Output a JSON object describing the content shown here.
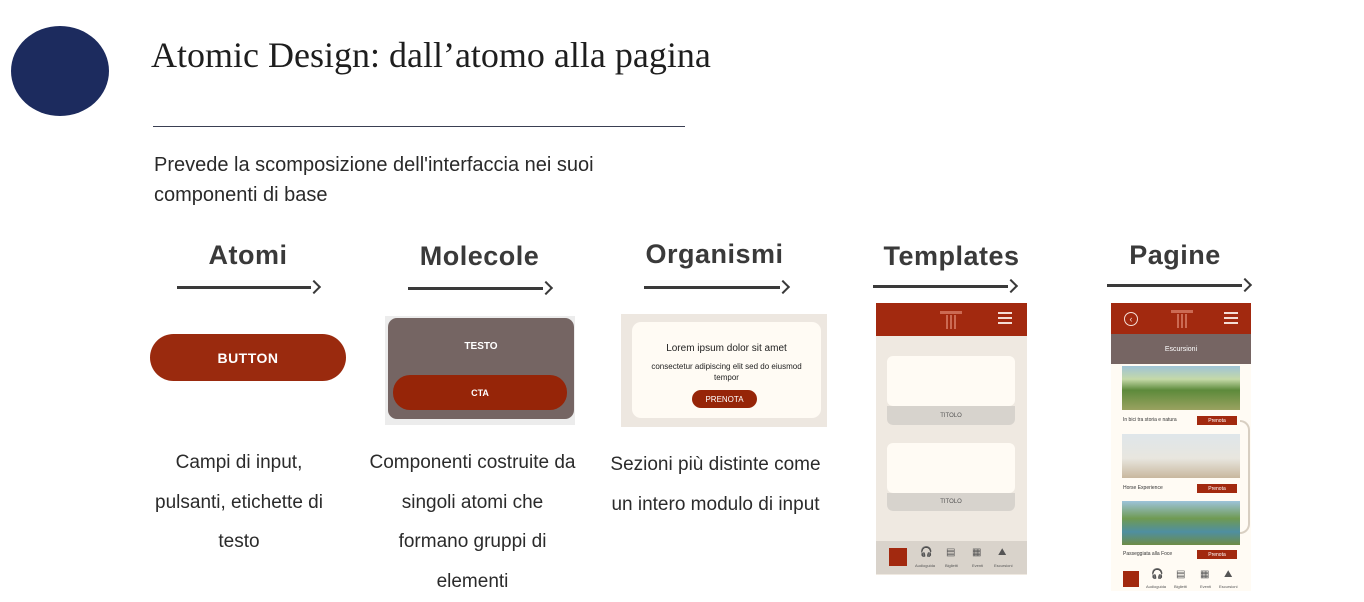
{
  "title": "Atomic Design: dall’atomo alla pagina",
  "subtitle": "Prevede la scomposizione dell'interfaccia nei suoi componenti di base",
  "steps": [
    {
      "label": "Atomi",
      "desc": "Campi di input, pulsanti, etichette di testo"
    },
    {
      "label": "Molecole",
      "desc": "Componenti costruite da singoli atomi che formano gruppi di elementi"
    },
    {
      "label": "Organismi",
      "desc": "Sezioni più distinte come un intero modulo di input"
    },
    {
      "label": "Templates"
    },
    {
      "label": "Pagine"
    }
  ],
  "atom": {
    "button_label": "BUTTON"
  },
  "molecule": {
    "text": "TESTO",
    "cta": "CTA"
  },
  "organism": {
    "heading": "Lorem ipsum dolor sit amet",
    "body": "consectetur adipiscing elit sed do eiusmod tempor",
    "button": "PRENOTA"
  },
  "template": {
    "card_label_1": "TITOLO",
    "card_label_2": "TITOLO",
    "nav": [
      "Audioguida",
      "Biglietti",
      "Eventi",
      "Escursioni"
    ]
  },
  "page": {
    "section_title": "Escursioni",
    "rows": [
      {
        "label": "In bici tra storia e natura",
        "button": "Prenota"
      },
      {
        "label": "Horse Experience",
        "button": "Prenota"
      },
      {
        "label": "Passeggiata alla Foce",
        "button": "Prenota"
      }
    ],
    "nav": [
      "Audioguida",
      "Biglietti",
      "Eventi",
      "Escursioni"
    ]
  },
  "colors": {
    "brand_red": "#9a2a0e",
    "navy": "#1c2b5e",
    "molecule_grey": "#756563"
  }
}
